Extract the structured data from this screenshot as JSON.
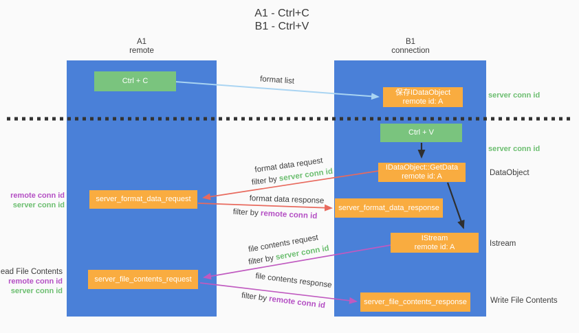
{
  "title": {
    "line1": "A1 - Ctrl+C",
    "line2": "B1 - Ctrl+V"
  },
  "lanes": {
    "left": {
      "name": "A1",
      "subtitle": "remote"
    },
    "right": {
      "name": "B1",
      "subtitle": "connection"
    }
  },
  "nodes": {
    "ctrl_c": {
      "label": "Ctrl + C"
    },
    "ctrl_v": {
      "label": "Ctrl + V"
    },
    "save_dataobject": {
      "line1": "保存IDataObject",
      "line2": "remote id: A"
    },
    "getdata": {
      "line1": "IDataObject::GetData",
      "line2": "remote id: A"
    },
    "istream": {
      "line1": "IStream",
      "line2": "remote id: A"
    },
    "format_request": {
      "label": "server_format_data_request"
    },
    "format_response": {
      "label": "server_format_data_response"
    },
    "file_request": {
      "label": "server_file_contents_request"
    },
    "file_response": {
      "label": "server_file_contents_response"
    }
  },
  "edge_labels": {
    "format_list": "format list",
    "format_data_request": "format data request",
    "format_data_response": "format data response",
    "file_contents_request": "file contents request",
    "file_contents_response": "file contents response",
    "filter_by": "filter by ",
    "server_conn_id": "server conn id",
    "remote_conn_id": "remote conn id"
  },
  "side_labels": {
    "server_conn_id_top": "server conn id",
    "server_conn_id_mid": "server conn id",
    "dataobject": "DataObject",
    "istream": "Istream",
    "read_file_contents": "Read File Contents",
    "write_file_contents": "Write File Contents",
    "remote_conn_id": "remote conn id",
    "server_conn_id": "server conn id"
  },
  "colors": {
    "background": "#fafafa",
    "lane_blue": "#4a80d8",
    "node_orange": "#f9ac40",
    "node_green": "#7ac47e",
    "arrow_lightblue": "#a9d4f2",
    "arrow_red": "#e86a5e",
    "arrow_magenta": "#c05ac0",
    "arrow_black": "#2f2f2f",
    "text_green": "#6cbe70",
    "text_purple": "#b44fc4",
    "text_dark": "#3c3c3c",
    "dotted_line": "#333333"
  }
}
